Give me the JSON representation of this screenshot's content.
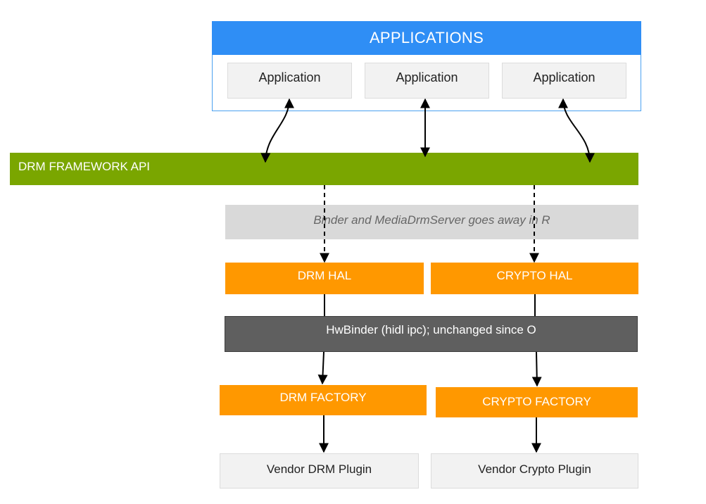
{
  "applications": {
    "header": "APPLICATIONS",
    "items": [
      {
        "label": "Application"
      },
      {
        "label": "Application"
      },
      {
        "label": "Application"
      }
    ]
  },
  "framework": {
    "label": "DRM FRAMEWORK API"
  },
  "binder_note": "Binder and MediaDrmServer  goes away in R",
  "hal": {
    "drm": "DRM HAL",
    "crypto": "CRYPTO HAL"
  },
  "hwbinder": "HwBinder (hidl ipc); unchanged since O",
  "factory": {
    "drm": "DRM FACTORY",
    "crypto": "CRYPTO FACTORY"
  },
  "plugins": {
    "drm": "Vendor DRM Plugin",
    "crypto": "Vendor Crypto Plugin"
  },
  "colors": {
    "applications_header": "#2f8ef5",
    "framework": "#7aa600",
    "hal": "#ff9800",
    "hwbinder": "#5f5f5f",
    "note": "#d9d9d9"
  }
}
